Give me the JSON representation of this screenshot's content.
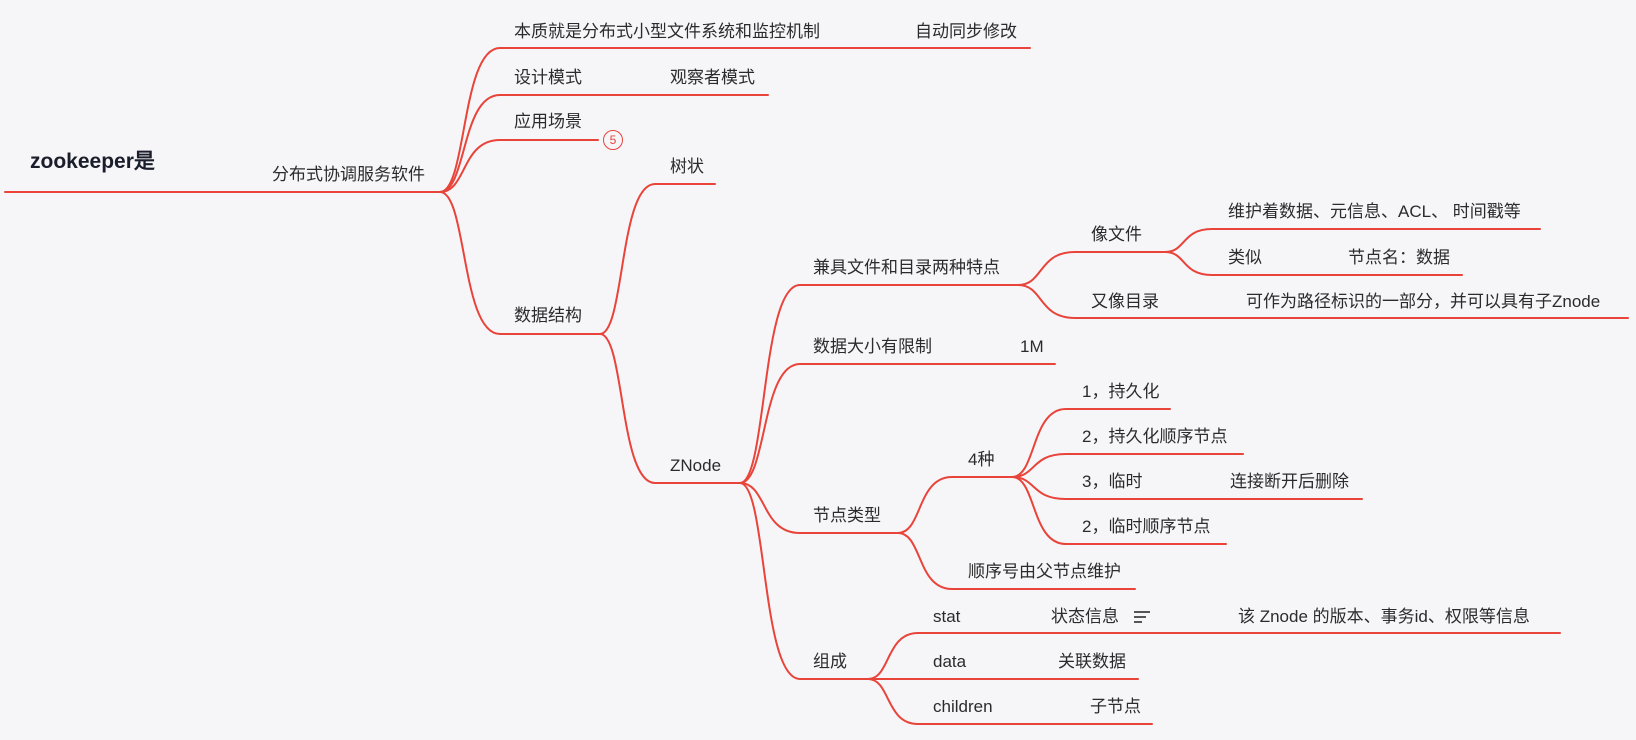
{
  "colors": {
    "branch": "#e8443a",
    "text": "#2b2b2b",
    "background": "#f6f6f9"
  },
  "nodes": {
    "root": "zookeeper是",
    "l1": "分布式协调服务软件",
    "essence": "本质就是分布式小型文件系统和监控机制",
    "essence_child": "自动同步修改",
    "design": "设计模式",
    "design_child": "观察者模式",
    "scenario": "应用场景",
    "scenario_count": "5",
    "datastruct": "数据结构",
    "tree": "树状",
    "znode": "ZNode",
    "feature": "兼具文件和目录两种特点",
    "like_file": "像文件",
    "maintain": "维护着数据、元信息、ACL、 时间戳等",
    "similar": "类似",
    "node_name": "节点名：数据",
    "like_dir": "又像目录",
    "path_part": "可作为路径标识的一部分，并可以具有子Znode",
    "size_limit": "数据大小有限制",
    "size_value": "1M",
    "node_type": "节点类型",
    "four_kinds": "4种",
    "t1": "1，持久化",
    "t2": "2，持久化顺序节点",
    "t3": "3，临时",
    "t3_child": "连接断开后删除",
    "t4": "2，临时顺序节点",
    "seq_no": "顺序号由父节点维护",
    "compose": "组成",
    "stat": "stat",
    "stat_info": "状态信息",
    "stat_note": "该 Znode 的版本、事务id、权限等信息",
    "data": "data",
    "data_info": "关联数据",
    "children": "children",
    "children_info": "子节点"
  }
}
